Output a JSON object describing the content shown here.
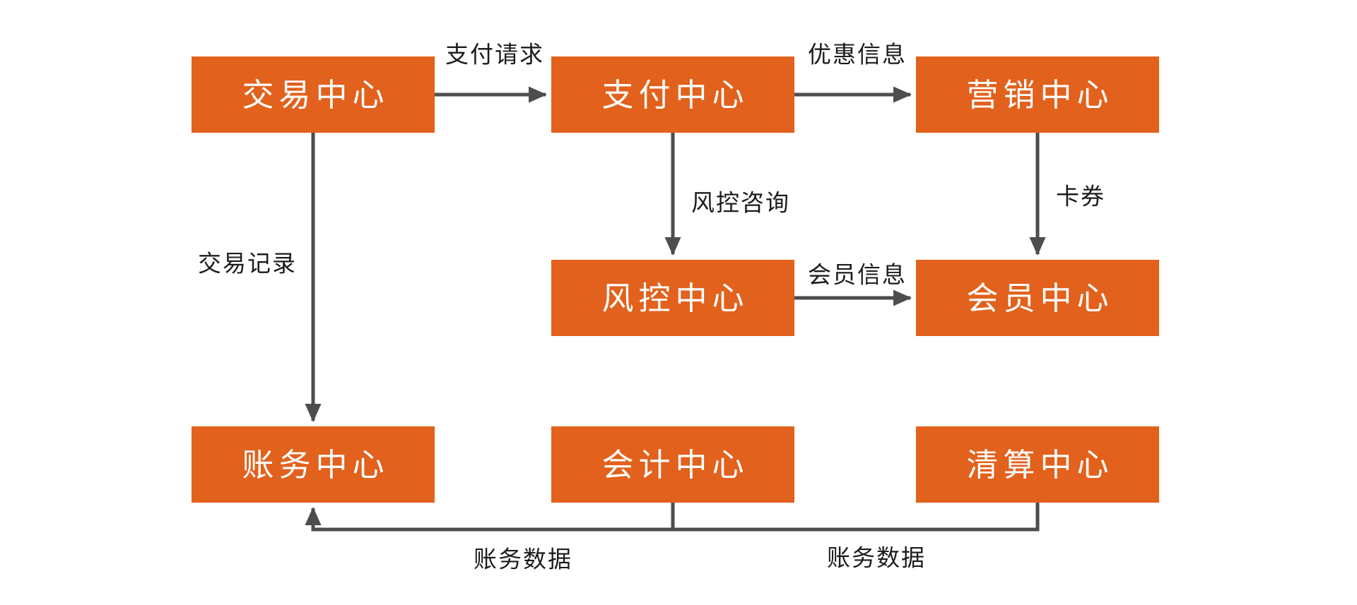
{
  "diagram": {
    "title": "payment-platform-centers-flowchart",
    "colors": {
      "node_fill": "#E2611C",
      "node_text": "#FFFFFF",
      "edge_line": "#4D4D4D",
      "edge_label_text": "#1C1C1C",
      "background": "#FFFFFF"
    },
    "nodes": [
      {
        "id": "trade",
        "label": "交易中心"
      },
      {
        "id": "payment",
        "label": "支付中心"
      },
      {
        "id": "marketing",
        "label": "营销中心"
      },
      {
        "id": "risk",
        "label": "风控中心"
      },
      {
        "id": "member",
        "label": "会员中心"
      },
      {
        "id": "billing",
        "label": "账务中心"
      },
      {
        "id": "accounting",
        "label": "会计中心"
      },
      {
        "id": "clearing",
        "label": "清算中心"
      }
    ],
    "edges": [
      {
        "from": "交易中心",
        "to": "支付中心",
        "label": "支付请求"
      },
      {
        "from": "支付中心",
        "to": "营销中心",
        "label": "优惠信息"
      },
      {
        "from": "支付中心",
        "to": "风控中心",
        "label": "风控咨询"
      },
      {
        "from": "营销中心",
        "to": "会员中心",
        "label": "卡券"
      },
      {
        "from": "风控中心",
        "to": "会员中心",
        "label": "会员信息"
      },
      {
        "from": "交易中心",
        "to": "账务中心",
        "label": "交易记录"
      },
      {
        "from": "会计中心",
        "to": "账务中心",
        "label": "账务数据"
      },
      {
        "from": "清算中心",
        "to": "账务中心",
        "label": "账务数据"
      }
    ]
  }
}
